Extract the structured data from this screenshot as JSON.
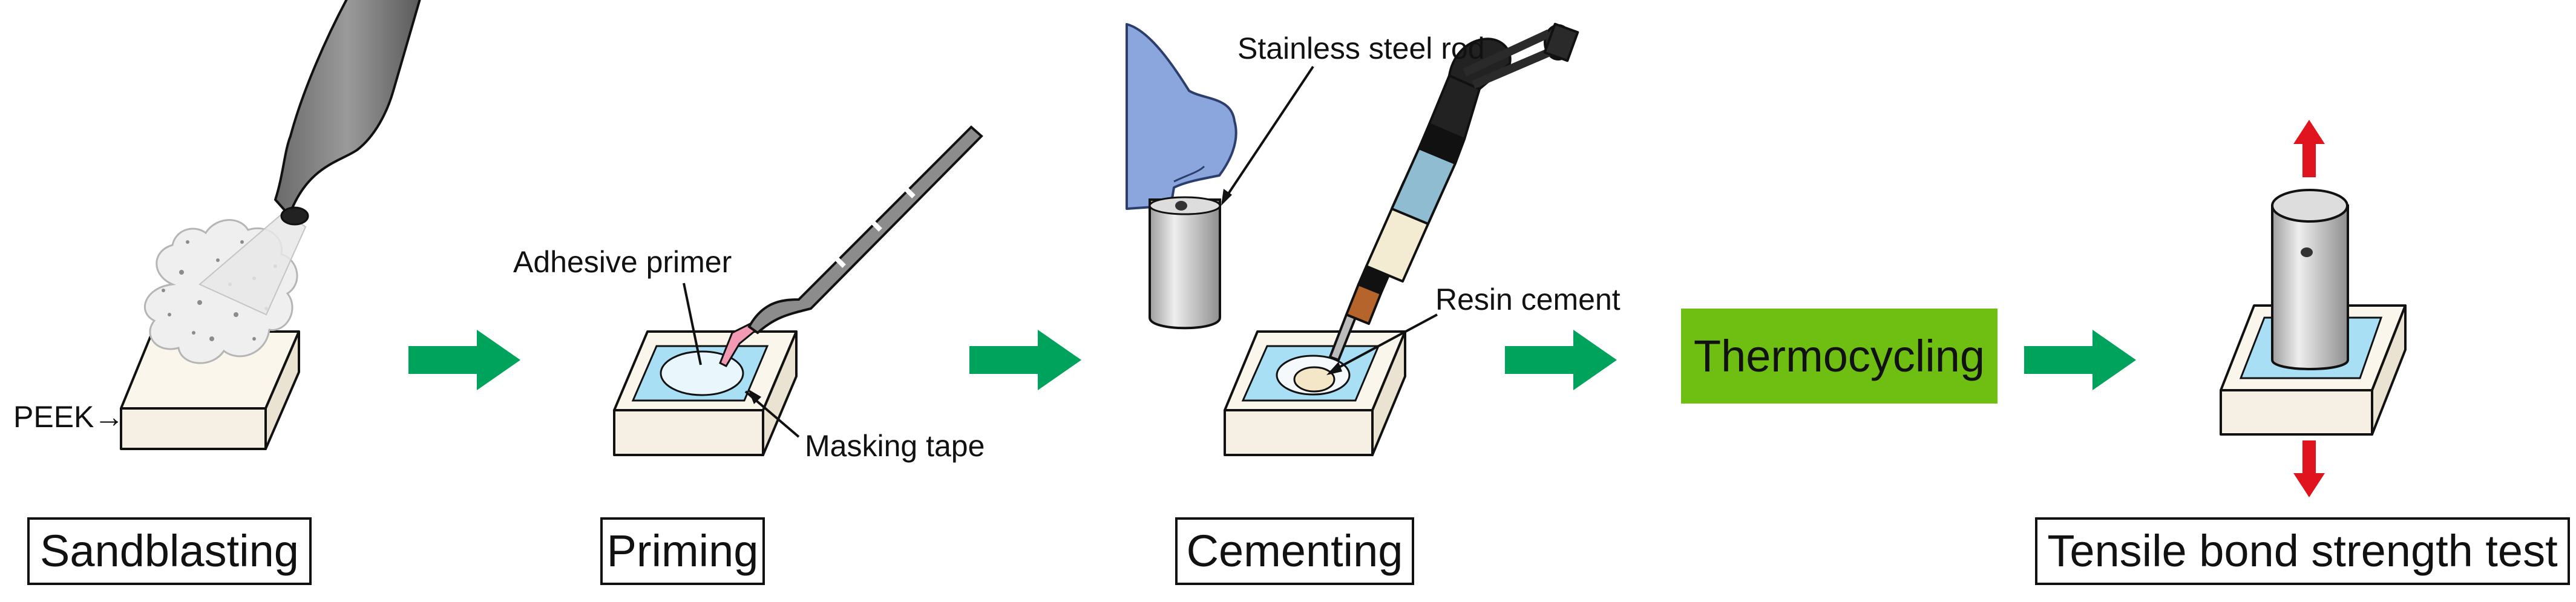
{
  "step_labels": {
    "sandblasting": "Sandblasting",
    "priming": "Priming",
    "cementing": "Cementing",
    "thermocycling": "Thermocycling",
    "tensile": "Tensile bond strength test"
  },
  "annotations": {
    "peek": "PEEK→",
    "adhesive_primer": "Adhesive primer",
    "masking_tape": "Masking tape",
    "stainless_steel_rod": "Stainless steel rod",
    "resin_cement": "Resin cement"
  },
  "colors": {
    "flow_arrow": "#00a35c",
    "tensile_arrow": "#e0141e",
    "thermocycling_box": "#6fbf12",
    "masking_tape": "#a9dff4",
    "glove": "#8aa6dd",
    "rod": "#c8c8c8",
    "peek_block": "#fbf6ec"
  }
}
